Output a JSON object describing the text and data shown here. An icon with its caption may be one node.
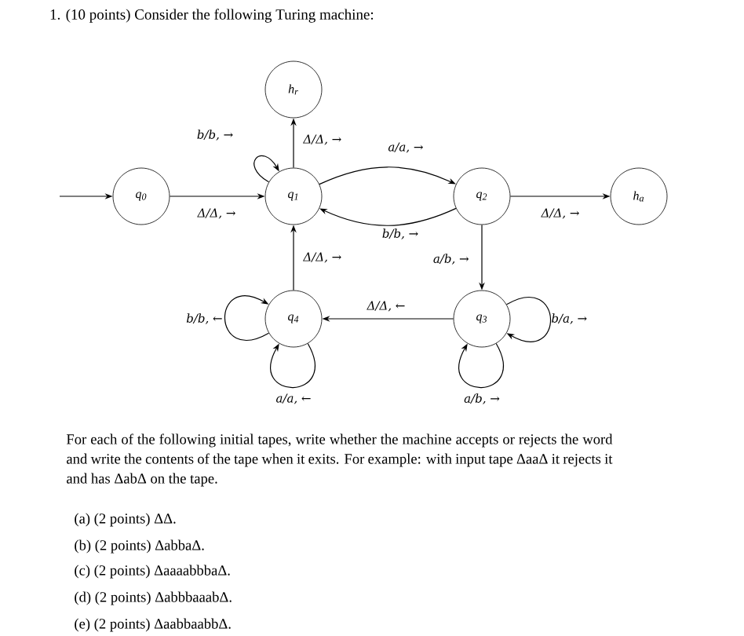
{
  "diagram": {
    "title": "1. (10 points) Consider the following Turing machine:",
    "nodes": [
      {
        "text": [
          "h$_{r}$"
        ]
      },
      {
        "text": [
          "q$_{0}$"
        ]
      },
      {
        "text": [
          "q$_{1}$"
        ]
      },
      {
        "text": [
          "q$_{2}$"
        ]
      },
      {
        "text": [
          "h$_{a}$"
        ]
      },
      {
        "text": [
          "q$_{4}$"
        ]
      },
      {
        "text": [
          "q$_{3}$"
        ]
      }
    ],
    "edges": [
      {
        "from": null,
        "to": 1,
        "arrow": "to"
      },
      {
        "from": 2,
        "to": 2,
        "arrow": "to",
        "label": "b/b, →"
      },
      {
        "from": 2,
        "to": 0,
        "arrow": "to",
        "label": "Δ/Δ, →"
      },
      {
        "from": 1,
        "to": 2,
        "arrow": "to",
        "label": "Δ/Δ, →"
      },
      {
        "from": 2,
        "to": 3,
        "arrow": "to",
        "label": "a/a, →"
      },
      {
        "from": 3,
        "to": 2,
        "arrow": "to",
        "label": "b/b, →"
      },
      {
        "from": 3,
        "to": 4,
        "arrow": "to",
        "label": "Δ/Δ, →"
      },
      {
        "from": 3,
        "to": 6,
        "arrow": "to",
        "label": "a/b, →"
      },
      {
        "from": 6,
        "to": 6,
        "arrow": "to",
        "label": "b/a, →"
      },
      {
        "from": 6,
        "to": 6,
        "arrow": "to",
        "label": "a/b, →"
      },
      {
        "from": 6,
        "to": 5,
        "arrow": "to",
        "label": "Δ/Δ, ←"
      },
      {
        "from": 5,
        "to": 5,
        "arrow": "to",
        "label": "b/b, ←"
      },
      {
        "from": 5,
        "to": 5,
        "arrow": "to",
        "label": "a/a, ←"
      },
      {
        "from": 5,
        "to": 2,
        "arrow": "to",
        "label": "Δ/Δ, →"
      }
    ],
    "labels": [
      "For each of the following initial tapes, write whether the machine accepts or rejects the word and write the contents of the tape when it exits. For example: with input tape ΔaaΔ it rejects it and has ΔabΔ on the tape.",
      "(a) (2 points) ΔΔ.",
      "(b) (2 points) ΔabbaΔ.",
      "(c) (2 points) ΔaaaabbbaΔ.",
      "(d) (2 points) ΔabbbaaabΔ.",
      "(e) (2 points) ΔaabbaabbΔ."
    ]
  }
}
